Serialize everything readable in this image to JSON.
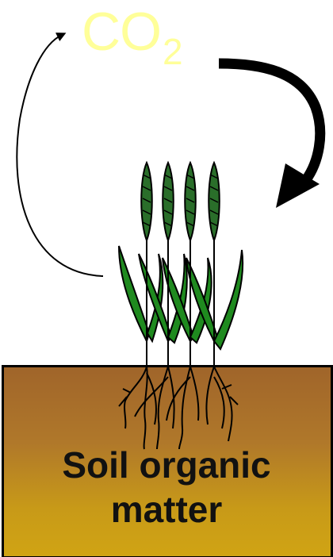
{
  "co2": {
    "main": "CO",
    "subscript": "2"
  },
  "soil": {
    "label_line1": "Soil organic",
    "label_line2": "matter"
  },
  "colors": {
    "co2_text": "#ffff99",
    "soil_top": "#a0652a",
    "soil_bottom": "#d0a414",
    "leaf": "#1f8a1f",
    "stem": "#000000"
  }
}
